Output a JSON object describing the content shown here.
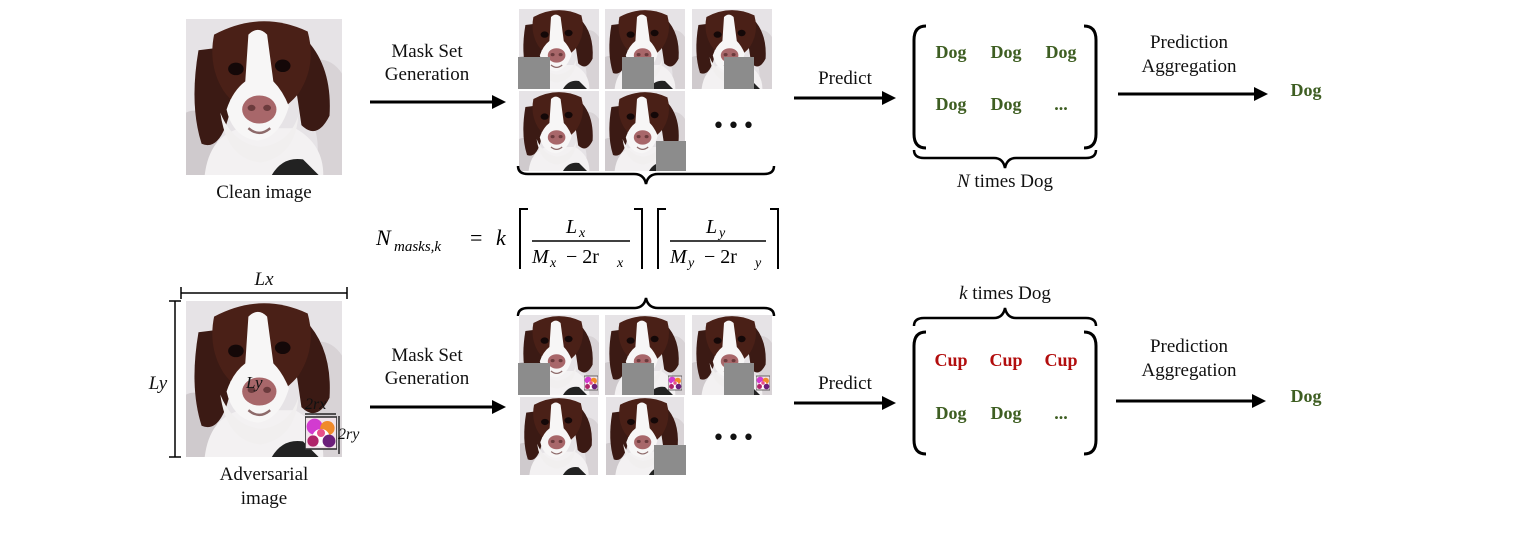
{
  "top_row": {
    "image_caption": "Clean image",
    "step1_label_line1": "Mask Set",
    "step1_label_line2": "Generation",
    "ellipsis": "•••",
    "step2_label": "Predict",
    "predictions_row1": [
      "Dog",
      "Dog",
      "Dog"
    ],
    "predictions_row2": [
      "Dog",
      "Dog",
      "..."
    ],
    "count_label_var": "N",
    "count_label_text": " times Dog",
    "step3_label_line1": "Prediction",
    "step3_label_line2": "Aggregation",
    "final_prediction": "Dog"
  },
  "formula": {
    "lhs_symbol": "N",
    "lhs_subscript": "masks,k",
    "equals": "=",
    "coefficient": "k",
    "frac1_num": "L",
    "frac1_num_sub": "x",
    "frac1_den": "M",
    "frac1_den_sub": "x",
    "frac1_den_rest": "− 2r",
    "frac1_den_rest_sub": "x",
    "frac2_num": "L",
    "frac2_num_sub": "y",
    "frac2_den": "M",
    "frac2_den_sub": "y",
    "frac2_den_rest": "− 2r",
    "frac2_den_rest_sub": "y"
  },
  "bottom_row": {
    "dim_width_label": "Lx",
    "dim_height_label": "Ly",
    "inner_label": "Ly",
    "patch_width_label": "2rx",
    "patch_height_label": "2ry",
    "image_caption_line1": "Adversarial",
    "image_caption_line2": "image",
    "step1_label_line1": "Mask Set",
    "step1_label_line2": "Generation",
    "ellipsis": "•••",
    "step2_label": "Predict",
    "count_label_var": "k",
    "count_label_text": " times Dog",
    "predictions_row1": [
      "Cup",
      "Cup",
      "Cup"
    ],
    "predictions_row2": [
      "Dog",
      "Dog",
      "..."
    ],
    "step3_label_line1": "Prediction",
    "step3_label_line2": "Aggregation",
    "final_prediction": "Dog"
  },
  "colors": {
    "dog_label": "#3e5e22",
    "cup_label": "#b20d0d",
    "mask_gray": "#8c8c8c",
    "arrow": "#000000"
  }
}
